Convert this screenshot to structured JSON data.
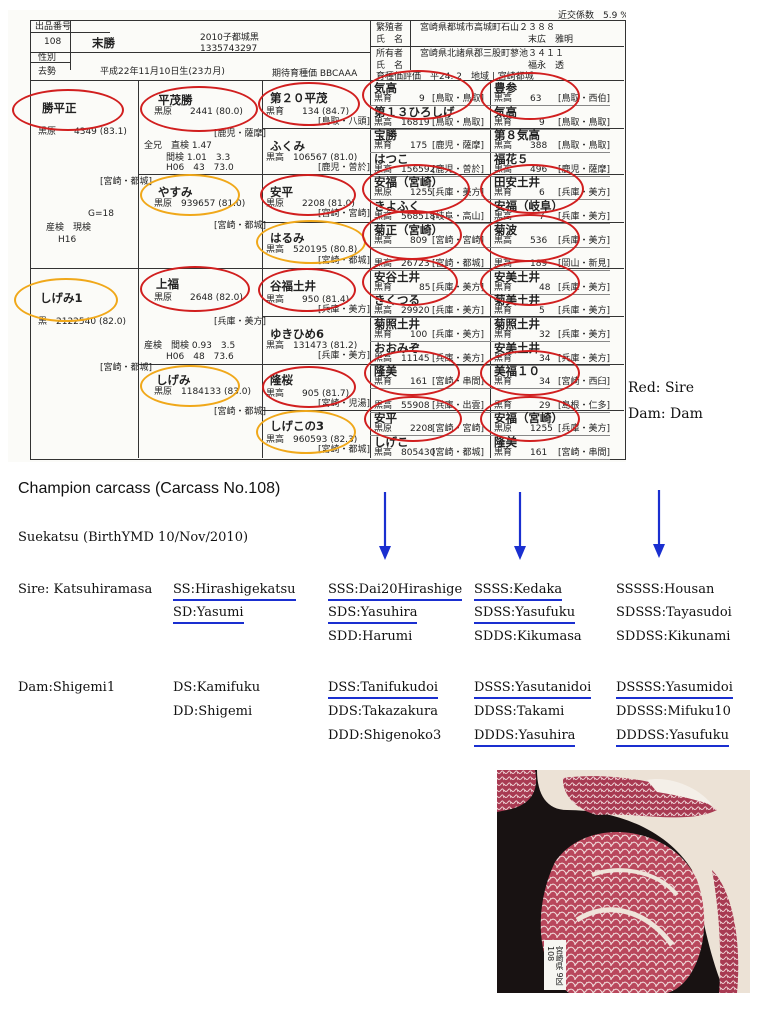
{
  "certificate": {
    "label_kinship": "近交係数",
    "kinship_value": "5.9 %",
    "label_entry_no": "出品番号",
    "entry_no": "108",
    "name": "末勝",
    "reg_line1": "2010子都城黒",
    "reg_line2": "1335743297",
    "label_sex": "性別",
    "label_out": "去勢",
    "birth": "平成22年11月10日生(23カ月)",
    "expected": "期待育種価 BBCAAA",
    "label_breeder": "繁殖者",
    "label_owner": "所有者",
    "label_fullname": "氏　名",
    "breeder_addr": "宮崎県都城市高城町石山２３８８",
    "breeder_name": "末広　雅明",
    "owner_addr": "宮崎県北諸県郡三股町蓼池３４１１",
    "owner_name": "福永　透",
    "label_eval": "育種価評価",
    "eval_date": "平24. 2",
    "eval_region": "地域 | 宮崎都城",
    "sire": "勝平正",
    "sire_reg": "黒原　　4349 (83.1)",
    "sire_loc": "[宮崎・都城]",
    "g_value": "G=18",
    "prod_test": "産検　現検",
    "prod_year": "H16",
    "ss": "平茂勝",
    "ss_reg": "黒原　　2441 (80.0)",
    "ss_loc": "[鹿児・薩摩]",
    "full_sib": "全兄　直検 1.47",
    "sib1": "間検 1.01　3.3",
    "sib2": "H06　43　73.0",
    "sd": "やすみ",
    "sd_reg": "黒原　939657 (81.0)",
    "sd_loc": "[宮崎・都城]",
    "dam": "しげみ1",
    "dam_reg": "黒　2122540 (82.0)",
    "dam_loc": "[宮崎・都城]",
    "ds": "上福",
    "ds_reg": "黒原　　2648 (82.0)",
    "ds_loc": "[兵庫・美方]",
    "ds_test": "産検　間検 0.93　3.5",
    "ds_test2": "H06　48　73.6",
    "dd": "しげみ",
    "dd_reg": "黒原　1184133 (83.0)",
    "dd_loc": "[宮崎・都城]",
    "sss": "第２０平茂",
    "sss_reg": "黒育　　134 (84.7)",
    "sss_loc": "[鳥取・八頭]",
    "sds": "ふくみ",
    "sds_reg": "黒高　106567 (81.0)",
    "sds_loc": "[鹿児・曽於]",
    "sds2": "安平",
    "sds2_reg": "黒原　　2208 (81.0)",
    "sds2_loc": "[宮崎・宮崎]",
    "sdd": "はるみ",
    "sdd_reg": "黒高　520195 (80.8)",
    "sdd_loc": "[宮崎・都城]",
    "dss": "谷福土井",
    "dss_reg": "黒高　　950 (81.4)",
    "dss_loc": "[兵庫・美方]",
    "dds": "ゆきひめ6",
    "dds_reg": "黒高　131473 (81.2)",
    "dds_loc": "[兵庫・美方]",
    "dds2": "隆桜",
    "dds2_reg": "黒高　　905 (81.7)",
    "dds2_loc": "[宮崎・児湯]",
    "ddd": "しげこの3",
    "ddd_reg": "黒高　960593 (82.3)",
    "ddd_loc": "[宮崎・都城]",
    "g4": [
      {
        "name": "気高",
        "reg": "黒育　　　9",
        "loc": "[鳥取・鳥取]"
      },
      {
        "name": "第１３ひろしげ",
        "reg": "黒高　16819",
        "loc": "[鳥取・鳥取]"
      },
      {
        "name": "宝勝",
        "reg": "黒育　　175",
        "loc": "[鹿児・薩摩]"
      },
      {
        "name": "はつこ",
        "reg": "黒高　156592",
        "loc": "[鹿児・曽於]"
      },
      {
        "name": "安福（宮崎）",
        "reg": "黒原　　1255",
        "loc": "[兵庫・美方]"
      },
      {
        "name": "きよふく",
        "reg": "黒高　568518",
        "loc": "[岐阜・高山]"
      },
      {
        "name": "菊正（宮崎）",
        "reg": "黒高　　809",
        "loc": "[宮崎・宮崎]"
      },
      {
        "name": "　",
        "reg": "黒高　26723",
        "loc": "[宮崎・都城]"
      },
      {
        "name": "安谷土井",
        "reg": "黒育　　　85",
        "loc": "[兵庫・美方]"
      },
      {
        "name": "きくつる",
        "reg": "黒高　29920",
        "loc": "[兵庫・美方]"
      },
      {
        "name": "菊照土井",
        "reg": "黒育　　100",
        "loc": "[兵庫・美方]"
      },
      {
        "name": "おおみぞ",
        "reg": "黒高　11145",
        "loc": "[兵庫・美方]"
      },
      {
        "name": "隆美",
        "reg": "黒育　　161",
        "loc": "[宮崎・串間]"
      },
      {
        "name": "　",
        "reg": "黒高　55908",
        "loc": "[兵庫・出雲]"
      },
      {
        "name": "安平",
        "reg": "黒原　　2208",
        "loc": "[宮崎・宮崎]"
      },
      {
        "name": "しげこ",
        "reg": "黒高　805430",
        "loc": "[宮崎・都城]"
      }
    ],
    "g5": [
      {
        "name": "豊参",
        "reg": "黒高　　63",
        "loc": "[鳥取・西伯]"
      },
      {
        "name": "気高",
        "reg": "黒育　　　9",
        "loc": "[鳥取・鳥取]"
      },
      {
        "name": "第８気高",
        "reg": "黒高　　388",
        "loc": "[鳥取・鳥取]"
      },
      {
        "name": "福花５",
        "reg": "黒高　　496",
        "loc": "[鹿児・薩摩]"
      },
      {
        "name": "田安土井",
        "reg": "黒育　　　6",
        "loc": "[兵庫・美方]"
      },
      {
        "name": "安福（岐阜）",
        "reg": "黒高　　　7",
        "loc": "[兵庫・美方]"
      },
      {
        "name": "菊波",
        "reg": "黒高　　536",
        "loc": "[兵庫・美方]"
      },
      {
        "name": "　",
        "reg": "黒高　　189",
        "loc": "[岡山・新見]"
      },
      {
        "name": "安美土井",
        "reg": "黒育　　　48",
        "loc": "[兵庫・美方]"
      },
      {
        "name": "菊美土井",
        "reg": "黒育　　　5",
        "loc": "[兵庫・美方]"
      },
      {
        "name": "菊照土井",
        "reg": "黒育　　　32",
        "loc": "[兵庫・美方]"
      },
      {
        "name": "安美土井",
        "reg": "黒育　　　34",
        "loc": "[兵庫・美方]"
      },
      {
        "name": "美福１０",
        "reg": "黒育　　　34",
        "loc": "[宮崎・西臼]"
      },
      {
        "name": "　",
        "reg": "黒育　　　29",
        "loc": "[島根・仁多]"
      },
      {
        "name": "安福（宮崎）",
        "reg": "黒原　　1255",
        "loc": "[兵庫・美方]"
      },
      {
        "name": "隆美",
        "reg": "黒育　　161",
        "loc": "[宮崎・串間]"
      }
    ]
  },
  "legend": {
    "red": "Red: Sire",
    "orange": "Dam: Dam"
  },
  "heading": "Champion carcass (Carcass No.108)",
  "animal": "Suekatsu (BirthYMD 10/Nov/2010)",
  "pedigree": {
    "sire": "Sire: Katsuhiramasa",
    "dam": "Dam:Shigemi1",
    "c1": [
      "SS:Hirashigekatsu",
      "SD:Yasumi",
      "DS:Kamifuku",
      "DD:Shigemi"
    ],
    "c2": [
      "SSS:Dai20Hirashige",
      "SDS:Yasuhira",
      "SDD:Harumi",
      "DSS:Tanifukudoi",
      "DDS:Takazakura",
      "DDD:Shigenoko3"
    ],
    "c3": [
      "SSSS:Kedaka",
      "SDSS:Yasufuku",
      "SDDS:Kikumasa",
      "DSSS:Yasutanidoi",
      "DDSS:Takami",
      "DDDS:Yasuhira"
    ],
    "c4": [
      "SSSSS:Housan",
      "SDSSS:Tayasudoi",
      "SDDSS:Kikunami",
      "DSSSS:Yasumidoi",
      "DDSSS:Mifuku10",
      "DDDSS:Yasufuku"
    ]
  },
  "photo_label": "宮崎県 9区 108",
  "colors": {
    "sire_ring": "#d11f1f",
    "dam_ring": "#f0a81a",
    "underline": "#1a2fd0"
  }
}
